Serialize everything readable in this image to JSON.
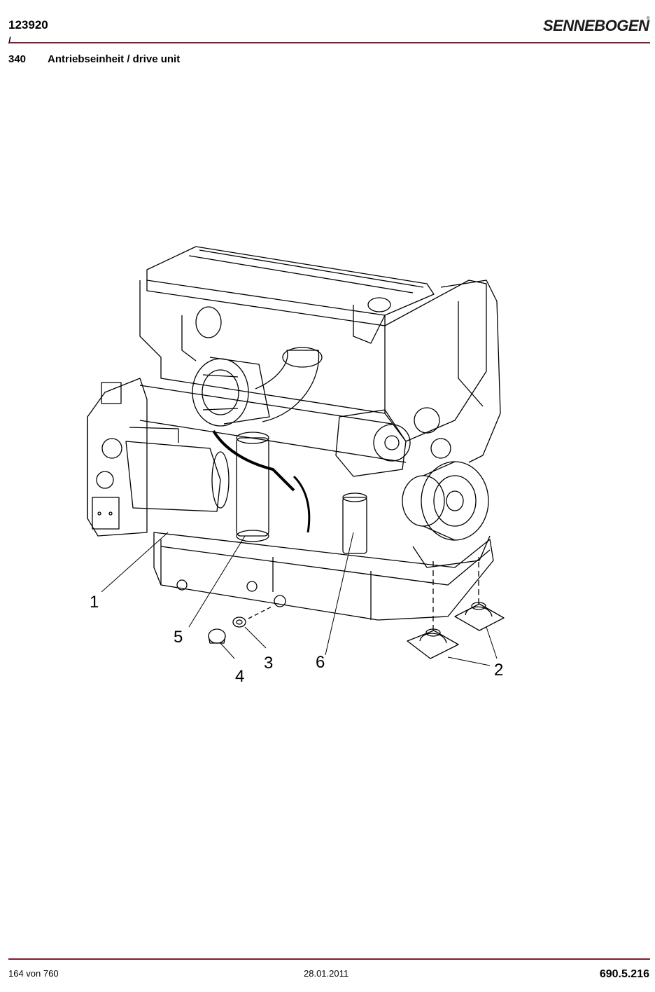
{
  "header": {
    "doc_id": "123920",
    "slash": "/",
    "brand": "SENNEBOGEN",
    "brand_color": "#7a1e2e"
  },
  "section": {
    "number": "340",
    "title": "Antriebseinheit / drive unit"
  },
  "drawing": {
    "callouts": [
      "1",
      "2",
      "3",
      "4",
      "5",
      "6"
    ]
  },
  "footer": {
    "page": "164 von 760",
    "date": "28.01.2011",
    "ref": "690.5.216"
  }
}
